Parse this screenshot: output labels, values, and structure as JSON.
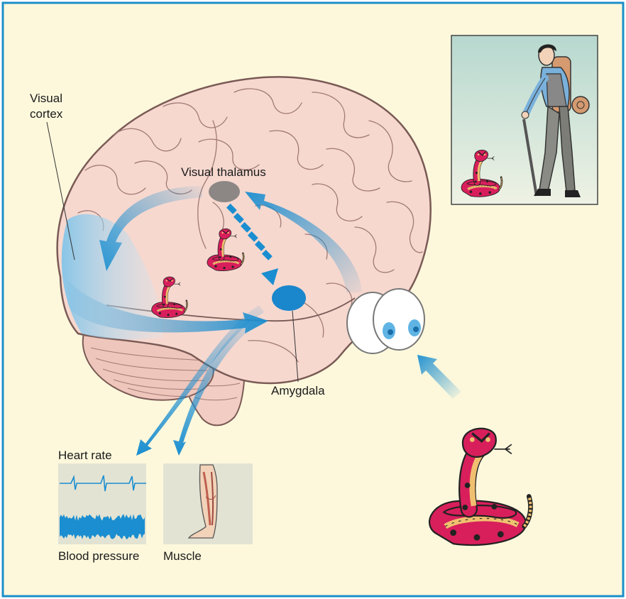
{
  "labels": {
    "visual_cortex_line1": "Visual",
    "visual_cortex_line2": "cortex",
    "visual_thalamus": "Visual thalamus",
    "amygdala": "Amygdala",
    "heart_rate": "Heart rate",
    "blood_pressure": "Blood pressure",
    "muscle": "Muscle"
  },
  "colors": {
    "frame_border": "#1b8fc8",
    "background": "#fdf8dc",
    "brain": "#f6d8cf",
    "brain_outline": "#7a5a55",
    "pathway_blue": "#1a8ed0",
    "thalamus": "#8c8785",
    "amygdala": "#1a86cc",
    "snake_body": "#d81f5c",
    "snake_belly": "#f0c070",
    "panel_bg": "#e3e3d3",
    "hiker_panel_bg": "#cfe2d9"
  },
  "icons": [
    "brain-illustration",
    "eye-icon",
    "snake-icon",
    "hiker-illustration",
    "leg-muscle-illustration",
    "heart-rate-trace-icon"
  ]
}
